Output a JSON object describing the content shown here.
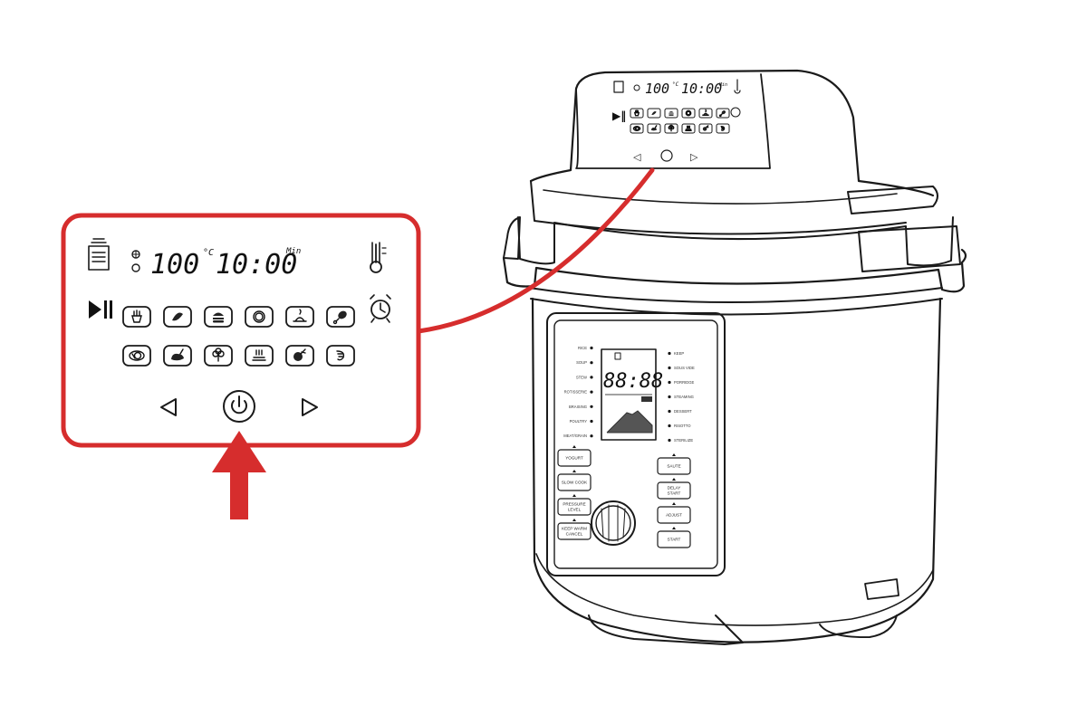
{
  "callout": {
    "temperature": "100",
    "temperature_unit": "°C",
    "time": "10:00",
    "time_unit": "Min",
    "accent_color": "#d62d2d",
    "left_icons": [
      "recipe-book-icon",
      "fan-icon",
      "thermometer-icon"
    ],
    "play_pause_icon": "play-pause-icon",
    "alarm_icon": "alarm-clock-icon",
    "preset_row_1": [
      "fries-icon",
      "fish-icon",
      "burger-icon",
      "pizza-icon",
      "dessert-icon",
      "drumstick-icon"
    ],
    "preset_row_2": [
      "egg-icon",
      "chicken-icon",
      "broccoli-icon",
      "toast-icon",
      "vegetables-icon",
      "shrimp-icon"
    ],
    "nav_left_icon": "arrow-left-icon",
    "power_icon": "power-icon",
    "nav_right_icon": "arrow-right-icon"
  },
  "lid_panel": {
    "temperature": "100",
    "temperature_unit": "°C",
    "time": "10:00",
    "time_unit": "Min"
  },
  "front_panel": {
    "display": "88:88",
    "left_labels": [
      "RICE",
      "SOUP",
      "STEW",
      "ROTISSERIE",
      "BRAISING",
      "POULTRY",
      "MEAT/GRAIN"
    ],
    "right_labels": [
      "KEEP",
      "SOUS VIDE",
      "PORRIDGE",
      "STEAMING",
      "DESSERT",
      "RISOTTO",
      "STERILIZE"
    ],
    "left_buttons": [
      "YOGURT",
      "SLOW COOK",
      "PRESSURE LEVEL",
      "KEEP WARM CANCEL"
    ],
    "right_buttons": [
      "SAUTE",
      "DELAY START",
      "ADJUST",
      "START"
    ]
  }
}
